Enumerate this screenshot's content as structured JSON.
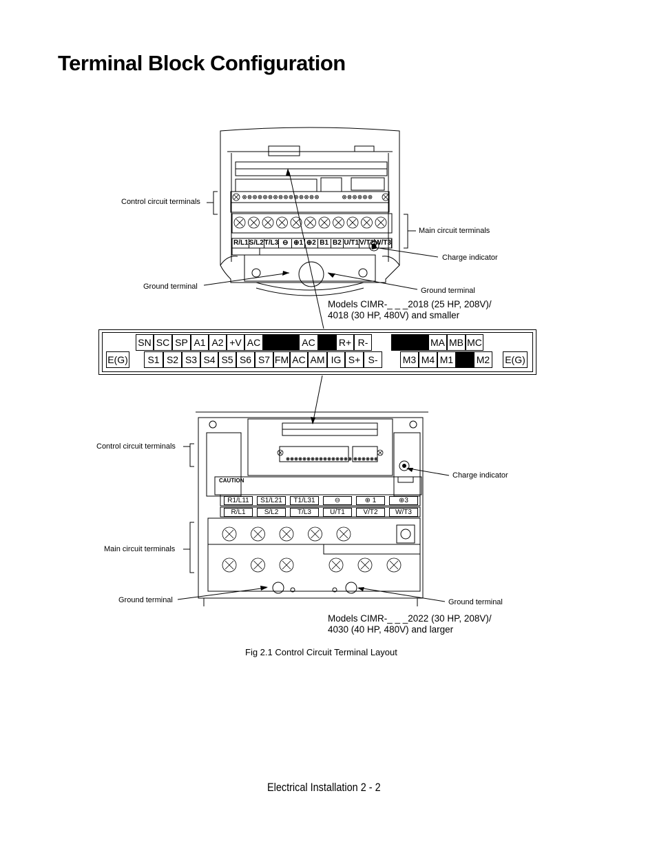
{
  "page_title": "Terminal Block Configuration",
  "top_figure": {
    "labels": {
      "control": "Control circuit terminals",
      "main": "Main circuit terminals",
      "charge": "Charge indicator",
      "ground_left": "Ground terminal",
      "ground_right": "Ground terminal"
    },
    "power_terminals": [
      "R/L1",
      "S/L2",
      "T/L3",
      "⊖",
      "⊕1",
      "⊕2",
      "B1",
      "B2",
      "U/T1",
      "V/T2",
      "W/T3"
    ],
    "model_line1": "Models CIMR-_ _ _2018 (25 HP, 208V)/",
    "model_line2": "4018 (30 HP, 480V) and smaller"
  },
  "terminal_strip": {
    "row1": [
      "SN",
      "SC",
      "SP",
      "A1",
      "A2",
      "+V",
      "AC",
      "",
      "AC",
      "",
      "R+",
      "R-",
      "",
      "",
      "MA",
      "MB",
      "MC"
    ],
    "row2": [
      "S1",
      "S2",
      "S3",
      "S4",
      "S5",
      "S6",
      "S7",
      "FM",
      "AC",
      "AM",
      "IG",
      "S+",
      "S-",
      "M3",
      "M4",
      "M1",
      "",
      "M2"
    ],
    "eg_left": "E(G)",
    "eg_right": "E(G)"
  },
  "bottom_figure": {
    "labels": {
      "control": "Control circuit terminals",
      "main": "Main circuit terminals",
      "charge": "Charge indicator",
      "ground_left": "Ground terminal",
      "ground_right": "Ground terminal"
    },
    "caution": "CAUTION",
    "row1_terminals": [
      "R1/L11",
      "S1/L21",
      "T1/L31",
      "⊖",
      "⊕ 1",
      "⊕3"
    ],
    "row2_terminals": [
      "R/L1",
      "S/L2",
      "T/L3",
      "U/T1",
      "V/T2",
      "W/T3"
    ],
    "model_line1": "Models CIMR-_ _ _2022 (30 HP, 208V)/",
    "model_line2": "4030 (40 HP, 480V) and larger"
  },
  "figure_caption": "Fig 2.1  Control Circuit Terminal Layout",
  "footer": "Electrical Installation  2 - 2"
}
